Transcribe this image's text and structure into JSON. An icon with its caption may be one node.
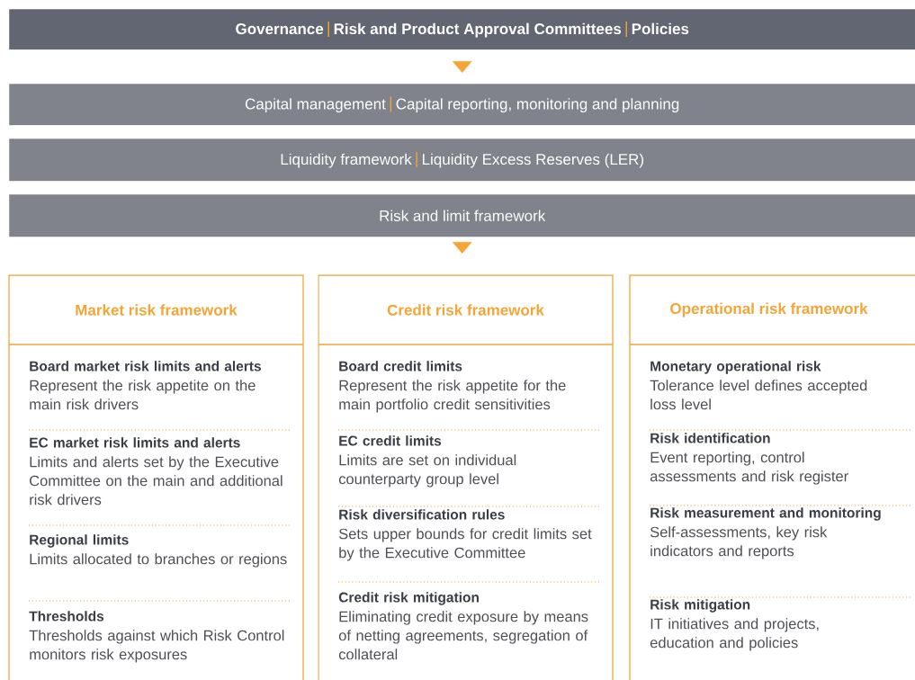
{
  "diagram": {
    "nodes": [
      {
        "text": [
          "Governance",
          "Risk and Product Approval Committees",
          "Policies"
        ]
      },
      {
        "text": [
          "Capital management",
          "Capital reporting, monitoring and planning"
        ]
      },
      {
        "text": [
          "Liquidity framework",
          "Liquidity Excess Reserves (LER)"
        ]
      },
      {
        "text": [
          "Risk and limit framework"
        ]
      },
      {
        "text": [
          "Market risk framework",
          "Board market risk limits and alerts",
          "Represent the risk appetite on the main risk drivers",
          "EC market risk limits and alerts",
          "Limits and alerts set by the Executive Committee on the main and additional risk drivers",
          "Regional limits",
          "Limits allocated to branches or regions",
          "Thresholds",
          "Thresholds against which Risk Control monitors risk exposures"
        ]
      },
      {
        "text": [
          "Credit risk framework",
          "Board credit limits",
          "Represent the risk appetite for the main portfolio credit sensitivities",
          "EC credit limits",
          "Limits are set on individual counterparty group level",
          "Risk diversification rules",
          "Sets upper bounds for credit limits set by the Executive Committee",
          "Credit risk mitigation",
          "Eliminating credit exposure by means of netting agreements, segregation of collateral"
        ]
      },
      {
        "text": [
          "Operational risk framework",
          "Monetary operational risk",
          "Tolerance level defines accepted loss level",
          "Risk identification",
          "Event reporting, control assessments and risk register",
          "Risk measurement and monitoring",
          "Self-assessments, key risk indicators and reports",
          "Risk mitigation",
          "IT initiatives and projects, education and policies"
        ]
      }
    ],
    "edges": [
      {
        "from": 0,
        "to": 1,
        "arrow": "to"
      },
      {
        "from": 3,
        "to": 5,
        "arrow": "to"
      }
    ]
  }
}
